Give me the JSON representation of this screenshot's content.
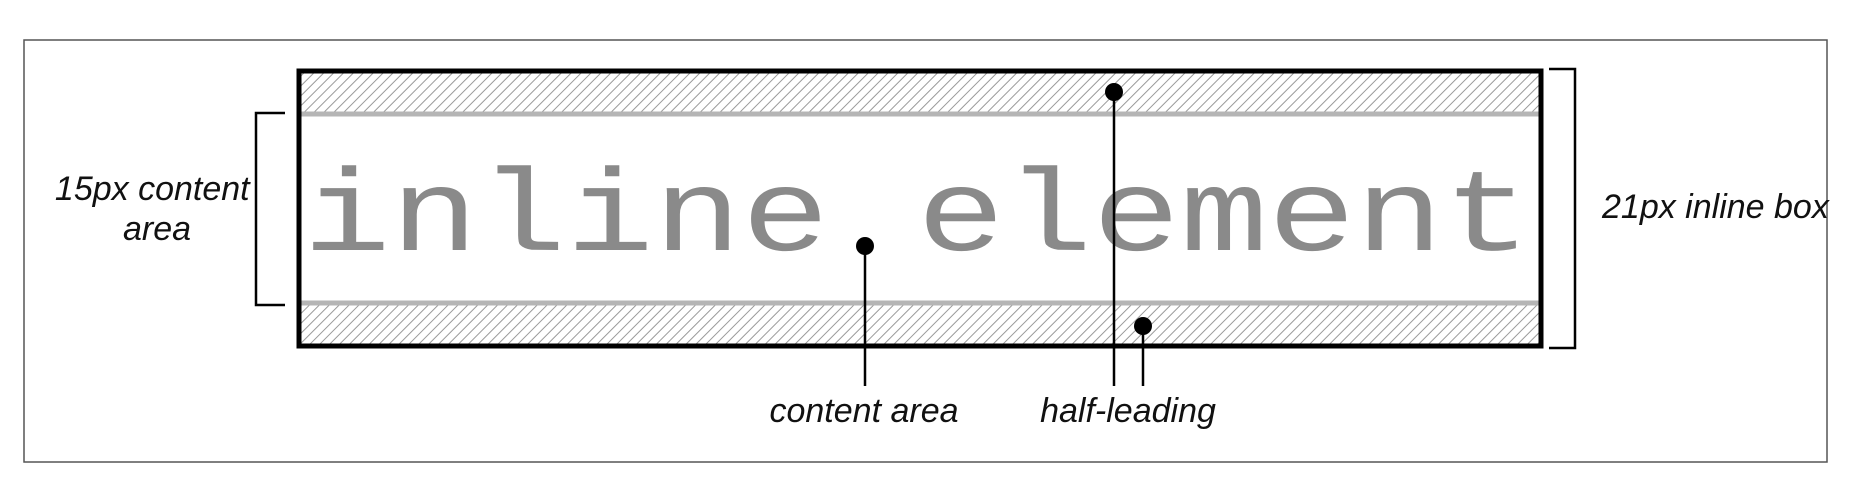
{
  "sample_text": "inline element",
  "labels": {
    "content_area_size": [
      "15px content",
      "area"
    ],
    "inline_box_size": "21px inline box",
    "content_area": "content area",
    "half_leading": "half-leading"
  },
  "colors": {
    "frame": "#000000",
    "hatch": "#9a9a9a",
    "guide_line": "#b5b5b5",
    "sample_text": "#8a8a8a"
  }
}
